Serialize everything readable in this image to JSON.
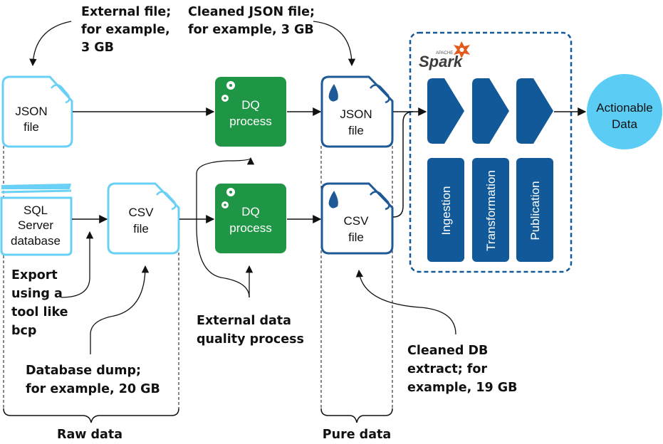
{
  "colors": {
    "raw_border": "#6ad0f5",
    "pure_border": "#1f5a96",
    "dq_fill": "#1e9645",
    "spark_blue": "#12599a",
    "actionable_fill": "#5bcdf5",
    "spark_orange": "#e25a1c"
  },
  "annotations": {
    "external_file": [
      "External file;",
      "for example,",
      "3 GB"
    ],
    "cleaned_json": [
      "Cleaned JSON file;",
      "for example, 3 GB"
    ],
    "export_tool": [
      "Export",
      "using a",
      "tool like",
      "bcp"
    ],
    "db_dump": [
      "Database dump;",
      "for example, 20 GB"
    ],
    "external_dq": [
      "External data",
      "quality process"
    ],
    "cleaned_db": [
      "Cleaned DB",
      "extract; for",
      "example, 19 GB"
    ]
  },
  "nodes": {
    "json_raw": [
      "JSON",
      "file"
    ],
    "sql_server": [
      "SQL",
      "Server",
      "database"
    ],
    "csv_raw": [
      "CSV",
      "file"
    ],
    "dq_top": [
      "DQ",
      "process"
    ],
    "dq_bottom": [
      "DQ",
      "process"
    ],
    "json_pure": [
      "JSON",
      "file"
    ],
    "csv_pure": [
      "CSV",
      "file"
    ],
    "actionable": [
      "Actionable",
      "Data"
    ]
  },
  "spark": {
    "logo_small": "APACHE",
    "logo_main": "Spark",
    "stages": [
      "Ingestion",
      "Transformation",
      "Publication"
    ]
  },
  "groups": {
    "raw": "Raw data",
    "pure": "Pure data"
  }
}
